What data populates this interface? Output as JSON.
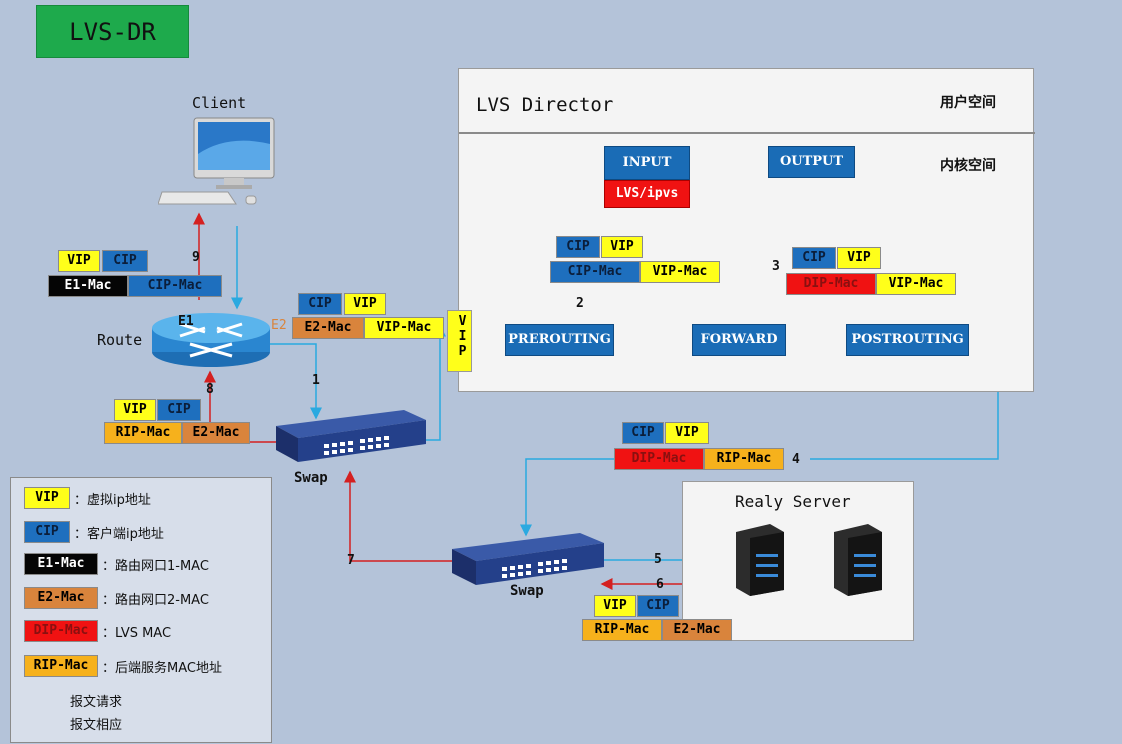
{
  "title": "LVS-DR",
  "client_label": "Client",
  "route_label": "Route",
  "swap1_label": "Swap",
  "swap2_label": "Swap",
  "iface": {
    "e1": "E1",
    "e2": "E2"
  },
  "director": {
    "title": "LVS Director",
    "user_space": "用户空间",
    "kernel_space": "内核空间",
    "input": "INPUT",
    "lvs_ipvs": "LVS/ipvs",
    "output": "OUTPUT",
    "prerouting": "PREROUTING",
    "forward": "FORWARD",
    "postrouting": "POSTROUTING",
    "vip_vertical": "VIP"
  },
  "real_server": {
    "title": "Realy Server"
  },
  "tags": {
    "vip": "VIP",
    "cip": "CIP",
    "e1_mac": "E1-Mac",
    "e2_mac": "E2-Mac",
    "cip_mac": "CIP-Mac",
    "vip_mac": "VIP-Mac",
    "dip_mac": "DIP-Mac",
    "rip_mac": "RIP-Mac"
  },
  "step_numbers": [
    "1",
    "2",
    "3",
    "4",
    "5",
    "6",
    "7",
    "8",
    "9"
  ],
  "legend": {
    "items": [
      {
        "tag": "VIP",
        "text": "：虚拟ip地址"
      },
      {
        "tag": "CIP",
        "text": "：客户端ip地址"
      },
      {
        "tag": "E1-Mac",
        "text": "：路由网口1-MAC"
      },
      {
        "tag": "E2-Mac",
        "text": "：路由网口2-MAC"
      },
      {
        "tag": "DIP-Mac",
        "text": "：LVS MAC"
      },
      {
        "tag": "RIP-Mac",
        "text": "：后端服务MAC地址"
      }
    ],
    "request": "报文请求",
    "response": "报文相应"
  },
  "colors": {
    "request_line": "#2aa9e0",
    "response_line": "#d42020",
    "tag_yellow": "#ffff1a",
    "tag_blue": "#1e6fbe",
    "tag_black": "#050505",
    "tag_orange": "#d9843c",
    "tag_red": "#f01212",
    "tag_gold": "#f6b11c",
    "title_green": "#1eaa4c"
  }
}
